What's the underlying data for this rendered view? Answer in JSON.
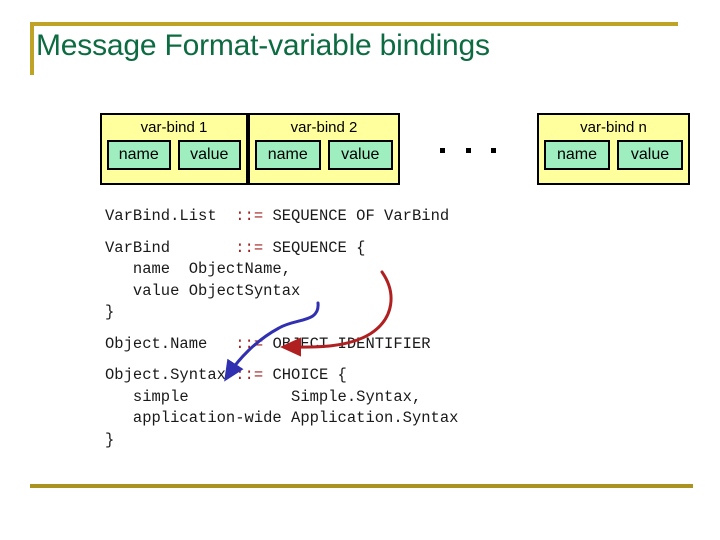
{
  "slide": {
    "title": "Message Format-variable bindings",
    "title_color": "#0d6b42",
    "rule_color": "#bfa326",
    "background": "#ffffff"
  },
  "diagram": {
    "box_fill": "#ffff9e",
    "cell_fill": "#9eeec0",
    "border_color": "#000000",
    "ellipsis": "· · ·",
    "varbinds": [
      {
        "label": "var-bind 1",
        "name_cell": "name",
        "value_cell": "value"
      },
      {
        "label": "var-bind 2",
        "name_cell": "name",
        "value_cell": "value"
      },
      {
        "label": "var-bind n",
        "name_cell": "name",
        "value_cell": "value"
      }
    ]
  },
  "code": {
    "assign_color": "#a02020",
    "blocks": [
      {
        "lines": [
          {
            "pre": "VarBind.List  ",
            "op": "::=",
            "post": " SEQUENCE OF VarBind"
          }
        ]
      },
      {
        "lines": [
          {
            "pre": "VarBind       ",
            "op": "::=",
            "post": " SEQUENCE {"
          },
          {
            "pre": "   name  ObjectName,",
            "op": "",
            "post": ""
          },
          {
            "pre": "   value ObjectSyntax",
            "op": "",
            "post": ""
          },
          {
            "pre": "}",
            "op": "",
            "post": ""
          }
        ]
      },
      {
        "lines": [
          {
            "pre": "Object.Name   ",
            "op": "::=",
            "post": " OBJECT IDENTIFIER"
          }
        ]
      },
      {
        "lines": [
          {
            "pre": "Object.Syntax ",
            "op": "::=",
            "post": " CHOICE {"
          },
          {
            "pre": "   simple           Simple.Syntax,",
            "op": "",
            "post": ""
          },
          {
            "pre": "   application-wide Application.Syntax",
            "op": "",
            "post": ""
          },
          {
            "pre": "}",
            "op": "",
            "post": ""
          }
        ]
      }
    ]
  },
  "annotations": {
    "blue_arrow": {
      "name": "value-to-objectsyntax-arrow",
      "color": "#3030b0",
      "from_label": "value ObjectSyntax",
      "to_label": "Object.Syntax"
    },
    "red_arrow": {
      "name": "name-to-objectname-arrow",
      "color": "#b02020",
      "from_label": "name ObjectName",
      "to_label": "OBJECT IDENTIFIER"
    }
  }
}
